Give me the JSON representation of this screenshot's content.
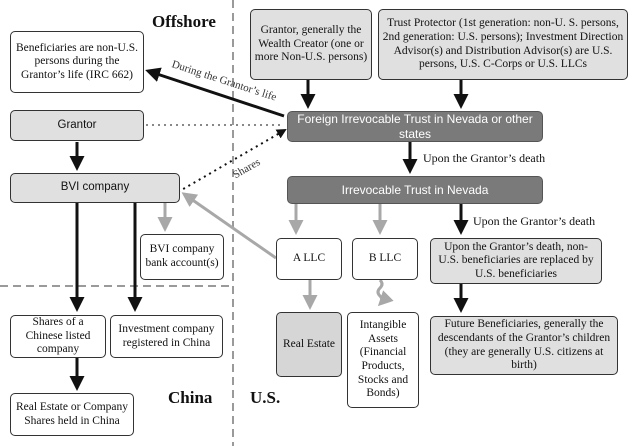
{
  "regions": {
    "offshore": "Offshore",
    "china": "China",
    "us": "U.S."
  },
  "boxes": {
    "beneficiaries_non_us": "Beneficiaries are non-U.S. persons during the Grantor’s life (IRC 662)",
    "grantor": "Grantor",
    "bvi_company": "BVI company",
    "bvi_bank_account": "BVI company bank account(s)",
    "shares_chinese_company": "Shares of a Chinese listed company",
    "investment_company_china": "Investment company registered in China",
    "real_estate_company_shares_china": "Real Estate or Company Shares held in China",
    "grantor_wealth_creator": "Grantor, generally the Wealth Creator (one or more Non-U.S. persons)",
    "trust_protector": "Trust Protector (1st generation: non-U. S. persons, 2nd generation: U.S. persons); Investment Direction Advisor(s) and Distribution Advisor(s) are U.S. persons, U.S. C-Corps or U.S. LLCs",
    "foreign_irrevocable_trust": "Foreign Irrevocable Trust in Nevada or other states",
    "irrevocable_trust_nevada": "Irrevocable Trust in Nevada",
    "a_llc": "A LLC",
    "b_llc": "B LLC",
    "replaced_beneficiaries": "Upon the Grantor’s death, non-U.S. beneficiaries are replaced by U.S. beneficiaries",
    "real_estate": "Real Estate",
    "intangible_assets": "Intangible Assets (Financial Products, Stocks and Bonds)",
    "future_beneficiaries": "Future Beneficiaries, generally the descendants of the Grantor’s children (they are generally U.S. citizens at birth)"
  },
  "labels": {
    "during_grantors_life": "During the Grantor’s life",
    "shares": "Shares",
    "upon_death_1": "Upon the Grantor’s death",
    "upon_death_2": "Upon the Grantor’s death"
  },
  "colors": {
    "black_arrow": "#111111",
    "gray_arrow": "#a8a8a8",
    "dashed_divider": "#9a9a9a",
    "dark_box": "#7a7a7a",
    "light_box": "#e0e0e0"
  }
}
